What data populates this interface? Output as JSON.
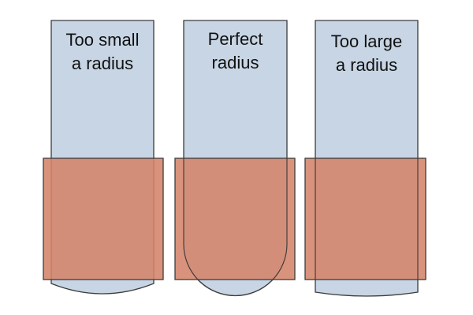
{
  "panels": [
    {
      "label_line1": "Too small",
      "label_line2": "a radius"
    },
    {
      "label_line1": "Perfect",
      "label_line2": "radius"
    },
    {
      "label_line1": "Too large",
      "label_line2": "a radius"
    }
  ],
  "colors": {
    "blade_fill": "#c7d5e4",
    "blade_stroke": "#3c3c3c",
    "block_fill": "#d4846a",
    "block_opacity": 0.88,
    "block_stroke": "#3c3c3c",
    "background": "#ffffff"
  }
}
